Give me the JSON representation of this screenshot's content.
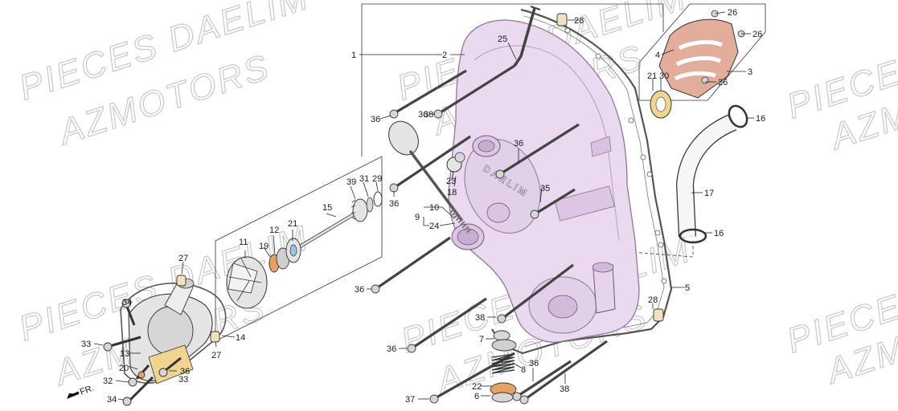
{
  "watermarks": [
    "PIECES DAELIM",
    "AZMOTORS",
    "PIECES",
    "AZM",
    "PIECES",
    "AZM",
    "PIECES DAELIM",
    "AZMOTORS",
    "PIECES DAELIM",
    "AZMOTORS",
    "PIECES DAELIM",
    "AZMOTORS"
  ],
  "cover_logo": "DAELIM",
  "direction_label": "FR.",
  "callouts": [
    "1",
    "2",
    "3",
    "4",
    "5",
    "6",
    "7",
    "8",
    "9",
    "10",
    "11",
    "12",
    "13",
    "14",
    "15",
    "16",
    "16",
    "17",
    "18",
    "19",
    "20",
    "21",
    "21",
    "22",
    "23",
    "24",
    "25",
    "26",
    "26",
    "26",
    "27",
    "27",
    "28",
    "28",
    "29",
    "30",
    "31",
    "32",
    "33",
    "33",
    "34",
    "34",
    "35",
    "36",
    "36",
    "36",
    "36",
    "36",
    "36",
    "36",
    "36",
    "37",
    "38",
    "38",
    "38",
    "39"
  ],
  "colors": {
    "cover": "#ead9ef",
    "cover_stroke": "#8c7a95",
    "gear": "#e3ad9c",
    "orange_part": "#e7a163",
    "bolt": "#d6d6d6",
    "watermark": "#c8c8c8"
  }
}
